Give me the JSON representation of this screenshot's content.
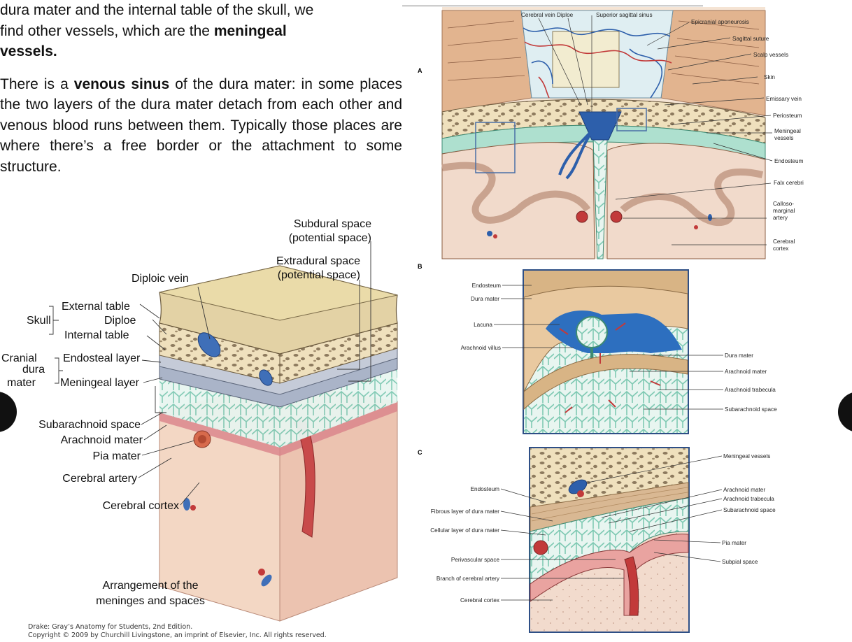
{
  "text": {
    "line1": "dura mater and the internal table of the skull, we",
    "line2_pre": "find other vessels, which are the ",
    "line2_bold": "meningeal",
    "line3_bold": "vessels.",
    "p2_pre": "There is a ",
    "p2_bold": "venous sinus",
    "p2_post": " of the dura mater: in some places the two layers of the dura mater detach from each other and venous blood runs between them. Typically those places are where there’s a free border or the attachment to some structure."
  },
  "left_fig": {
    "subdural": [
      "Subdural space",
      "(potential space)"
    ],
    "extradural": [
      "Extradural space",
      "(potential space)"
    ],
    "diploic_vein": "Diploic vein",
    "skull": "Skull",
    "external_table": "External table",
    "diploe": "Diploe",
    "internal_table": "Internal table",
    "cranial_dura": [
      "Cranial",
      "dura",
      "mater"
    ],
    "endosteal": "Endosteal layer",
    "meningeal": "Meningeal layer",
    "subarachnoid": "Subarachnoid space",
    "arachnoid": "Arachnoid mater",
    "pia": "Pia mater",
    "cerebral_artery": "Cerebral artery",
    "cerebral_cortex": "Cerebral cortex",
    "caption": [
      "Arrangement of the",
      "meninges and spaces"
    ],
    "credit": [
      "Drake: Gray’s Anatomy for Students, 2nd Edition.",
      "Copyright © 2009 by Churchill Livingstone, an imprint of Elsevier, Inc. All rights reserved."
    ]
  },
  "fig_a": {
    "panel": "A",
    "cerebral_vein": "Cerebral vein",
    "diploe": "Diploe",
    "superior_sagittal_sinus": "Superior sagittal sinus",
    "epicranial": "Epicranial aponeurosis",
    "sagittal_suture": "Sagittal suture",
    "scalp_vessels": "Scalp vessels",
    "skin": "Skin",
    "emissary_vein": "Emissary vein",
    "periosteum": "Periosteum",
    "meningeal_vessels": [
      "Meningeal",
      "vessels"
    ],
    "endosteum": "Endosteum",
    "falx": "Falx cerebri",
    "callosomarginal": [
      "Calloso-",
      "marginal",
      "artery"
    ],
    "cerebral_cortex": [
      "Cerebral",
      "cortex"
    ]
  },
  "fig_b": {
    "panel": "B",
    "endosteum": "Endosteum",
    "dura_mater_left": "Dura mater",
    "lacuna": "Lacuna",
    "arachnoid_villus": "Arachnoid villus",
    "dura_mater_right": "Dura mater",
    "arachnoid_mater": "Arachnoid mater",
    "arachnoid_trabecula": "Arachnoid trabecula",
    "subarachnoid_space": "Subarachnoid space"
  },
  "fig_c": {
    "panel": "C",
    "meningeal_vessels": "Meningeal vessels",
    "endosteum": "Endosteum",
    "fibrous": "Fibrous layer of dura mater",
    "cellular": "Cellular layer of dura mater",
    "perivascular": "Perivascular space",
    "branch": "Branch of cerebral artery",
    "cerebral_cortex": "Cerebral cortex",
    "arachnoid_mater": "Arachnoid mater",
    "arachnoid_trabecula": "Arachnoid trabecula",
    "subarachnoid_space": "Subarachnoid space",
    "pia_mater": "Pia mater",
    "subpial_space": "Subpial space"
  },
  "colors": {
    "skin": "#e9c7a6",
    "bone": "#eedfb8",
    "brain": "#f1d9cb",
    "arachnoid": "#7fc9b3",
    "vein": "#2d5fab",
    "artery": "#c23a3a",
    "dura": "#d9b893"
  }
}
